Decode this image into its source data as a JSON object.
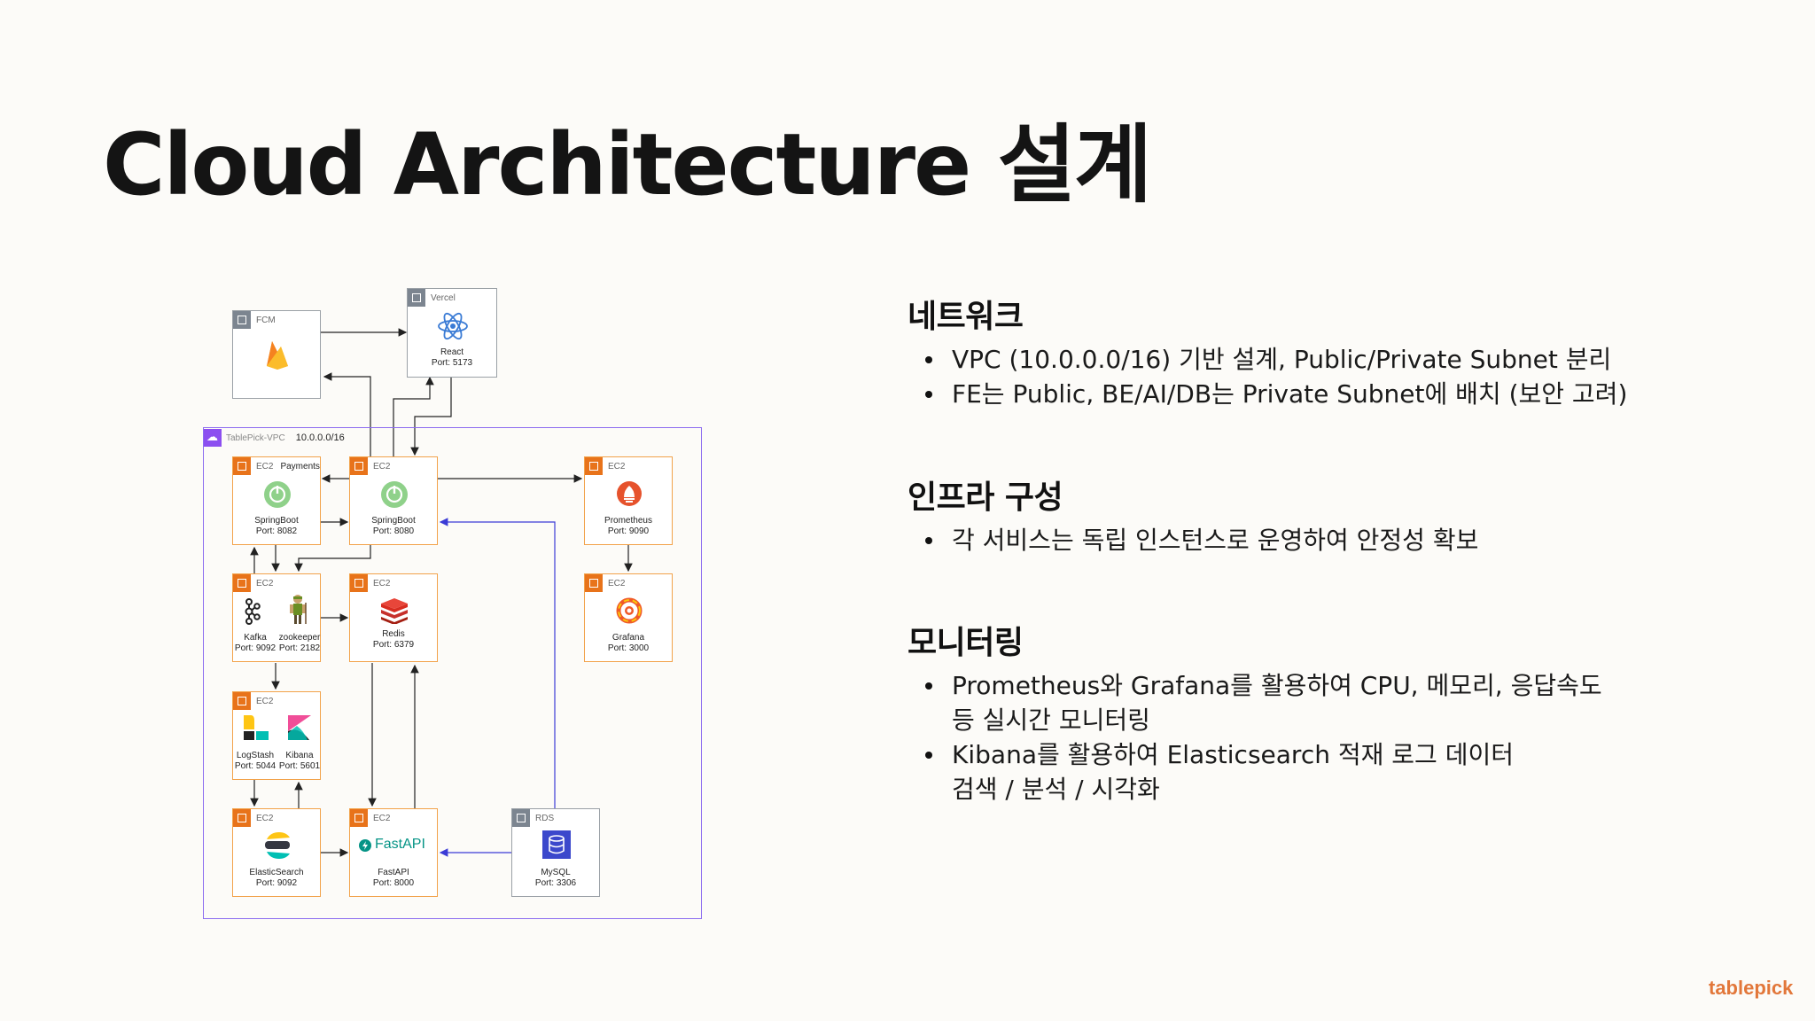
{
  "slide": {
    "title": "Cloud Architecture 설계",
    "logo": "tablepick"
  },
  "colors": {
    "ec2_orange": "#e8731a",
    "vpc_purple": "#8c6cf0",
    "gray": "#7c8590",
    "logo": "#e2773a"
  },
  "diagram": {
    "vpc": {
      "name": "TablePick-VPC",
      "cidr": "10.0.0.0/16"
    },
    "nodes": {
      "fcm": {
        "tag": "FCM",
        "icon": "firebase-icon"
      },
      "vercel": {
        "tag": "Vercel",
        "name": "React",
        "port": "Port: 5173",
        "icon": "react-icon"
      },
      "payments": {
        "tag": "EC2",
        "extra": "Payments",
        "name": "SpringBoot",
        "port": "Port: 8082",
        "icon": "springboot-icon"
      },
      "springboot": {
        "tag": "EC2",
        "name": "SpringBoot",
        "port": "Port: 8080",
        "icon": "springboot-icon"
      },
      "prometheus": {
        "tag": "EC2",
        "name": "Prometheus",
        "port": "Port: 9090",
        "icon": "prometheus-icon"
      },
      "kafka": {
        "tag": "EC2",
        "name1": "Kafka",
        "port1": "Port: 9092",
        "name2": "zookeeper",
        "port2": "Port: 2182",
        "icon": "kafka-icon"
      },
      "redis": {
        "tag": "EC2",
        "name": "Redis",
        "port": "Port: 6379",
        "icon": "redis-icon"
      },
      "grafana": {
        "tag": "EC2",
        "name": "Grafana",
        "port": "Port: 3000",
        "icon": "grafana-icon"
      },
      "elk": {
        "tag": "EC2",
        "name1": "LogStash",
        "port1": "Port: 5044",
        "name2": "Kibana",
        "port2": "Port: 5601",
        "icon": "logstash-icon"
      },
      "elastic": {
        "tag": "EC2",
        "name": "ElasticSearch",
        "port": "Port: 9092",
        "icon": "elasticsearch-icon"
      },
      "fastapi": {
        "tag": "EC2",
        "logo": "FastAPI",
        "name": "FastAPI",
        "port": "Port: 8000",
        "icon": "fastapi-icon"
      },
      "mysql": {
        "tag": "RDS",
        "name": "MySQL",
        "port": "Port: 3306",
        "icon": "database-icon"
      }
    }
  },
  "sections": [
    {
      "heading": "네트워크",
      "items": [
        "VPC (10.0.0.0/16) 기반 설계, Public/Private Subnet 분리",
        "FE는 Public, BE/AI/DB는 Private Subnet에 배치 (보안 고려)"
      ]
    },
    {
      "heading": "인프라 구성",
      "items": [
        "각 서비스는 독립 인스턴스로 운영하여 안정성 확보"
      ]
    },
    {
      "heading": "모니터링",
      "items": [
        "Prometheus와 Grafana를 활용하여 CPU, 메모리, 응답속도 등 실시간 모니터링",
        "Kibana를 활용하여 Elasticsearch 적재 로그 데이터 검색 / 분석 / 시각화"
      ]
    }
  ]
}
